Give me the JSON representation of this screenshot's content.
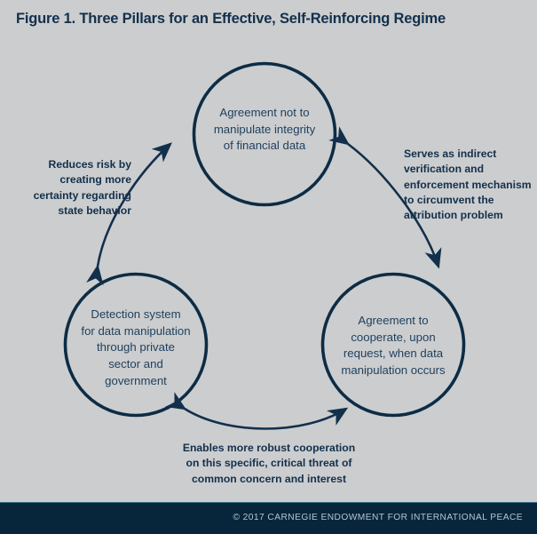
{
  "figure": {
    "title": "Figure 1. Three Pillars for an Effective, Self-Reinforcing Regime",
    "background_color": "#cccdce",
    "ink_color": "#12304c",
    "node_text_color": "#1d3f5e",
    "footer_color": "#07263c"
  },
  "nodes": {
    "top": {
      "id": "agreement-integrity",
      "label": "Agreement not to\nmanipulate integrity\nof financial data"
    },
    "bottom_left": {
      "id": "detection-system",
      "label": "Detection system\nfor data manipulation\nthrough private\nsector and\ngovernment"
    },
    "bottom_right": {
      "id": "agreement-cooperate",
      "label": "Agreement to\ncooperate, upon\nrequest, when data\nmanipulation occurs"
    }
  },
  "edges": {
    "left": {
      "id": "detection-to-agreement",
      "label": "Reduces risk by\ncreating more\ncertainty regarding\nstate behavior",
      "arrowheads": "both"
    },
    "right": {
      "id": "agreement-to-cooperate",
      "label": "Serves as indirect\nverification and\nenforcement mechanism\nto circumvent the\nattribution problem",
      "arrowheads": "both"
    },
    "bottom": {
      "id": "detection-to-cooperate",
      "label": "Enables more robust cooperation\non this specific, critical threat of\ncommon concern and interest",
      "arrowheads": "both"
    }
  },
  "footer": {
    "copyright": "© 2017 CARNEGIE ENDOWMENT FOR INTERNATIONAL PEACE"
  }
}
